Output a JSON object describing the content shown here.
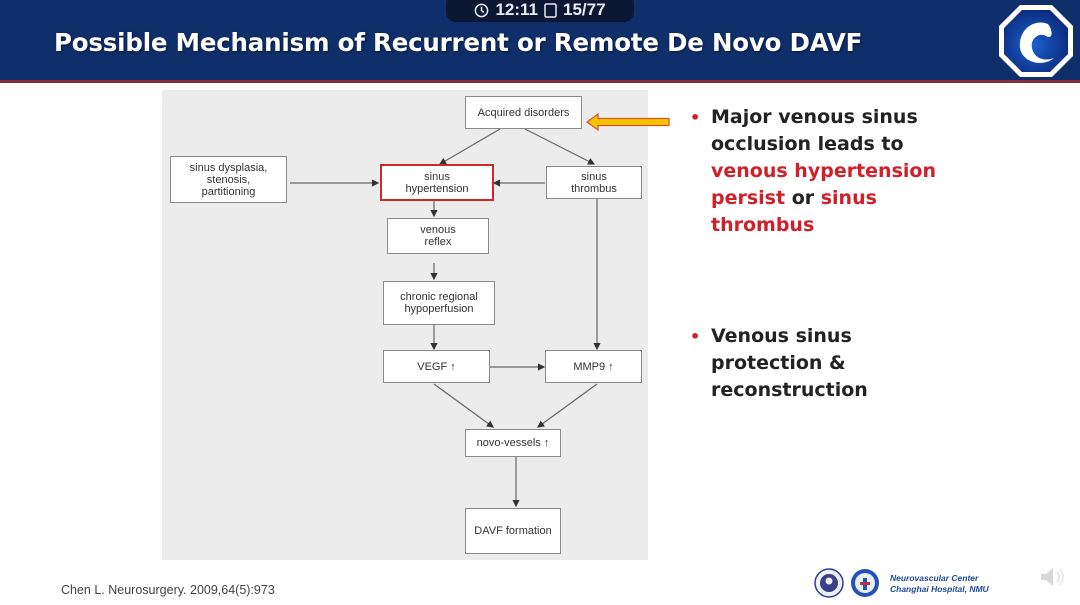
{
  "status_bar": {
    "time": "12:11",
    "slide_counter": "15/77",
    "clock_icon": "clock-icon",
    "slide_icon": "slide-icon"
  },
  "slide": {
    "title": "Possible Mechanism of Recurrent or Remote De Novo DAVF",
    "logo_icon": "hospital-logo-icon",
    "colors": {
      "header_bg": "#0f2f6b",
      "header_line": "#8a2b3c",
      "accent_red": "#d0202a",
      "highlight_border": "#cc2a2a",
      "arrow_yellow": "#f5c400"
    }
  },
  "diagram": {
    "nodes": {
      "acquired": "Acquired disorders",
      "dysplasia": [
        "sinus dysplasia,",
        "stenosis,",
        "partitioning"
      ],
      "hypertension": [
        "sinus",
        "hypertension"
      ],
      "thrombus": [
        "sinus",
        "thrombus"
      ],
      "reflex": [
        "venous",
        "reflex"
      ],
      "hypoperfusion": [
        "chronic regional",
        "hypoperfusion"
      ],
      "vegf": "VEGF ↑",
      "mmp9": "MMP9 ↑",
      "novo": "novo-vessels ↑",
      "davf": "DAVF formation"
    },
    "edges": [
      [
        "acquired",
        "hypertension"
      ],
      [
        "acquired",
        "thrombus"
      ],
      [
        "dysplasia",
        "hypertension"
      ],
      [
        "thrombus",
        "hypertension"
      ],
      [
        "hypertension",
        "reflex"
      ],
      [
        "reflex",
        "hypoperfusion"
      ],
      [
        "hypoperfusion",
        "vegf"
      ],
      [
        "thrombus",
        "mmp9"
      ],
      [
        "vegf",
        "mmp9"
      ],
      [
        "vegf",
        "novo"
      ],
      [
        "mmp9",
        "novo"
      ],
      [
        "novo",
        "davf"
      ]
    ],
    "pointer_arrow": "yellow-arrow-pointing-to-acquired-disorders"
  },
  "bullets": [
    {
      "segments": [
        {
          "text": "Major venous sinus occlusion leads to ",
          "color": "black"
        },
        {
          "text": "venous hypertension persist",
          "color": "red"
        },
        {
          "text": " or ",
          "color": "black"
        },
        {
          "text": "sinus thrombus",
          "color": "red"
        }
      ]
    },
    {
      "segments": [
        {
          "text": "Venous sinus protection & reconstruction",
          "color": "black"
        }
      ]
    }
  ],
  "citation": "Chen L. Neurosurgery. 2009,64(5):973",
  "footer": {
    "line1": "Neurovascular Center",
    "line2": "Changhai Hospital, NMU",
    "speaker_icon": "speaker-icon"
  }
}
